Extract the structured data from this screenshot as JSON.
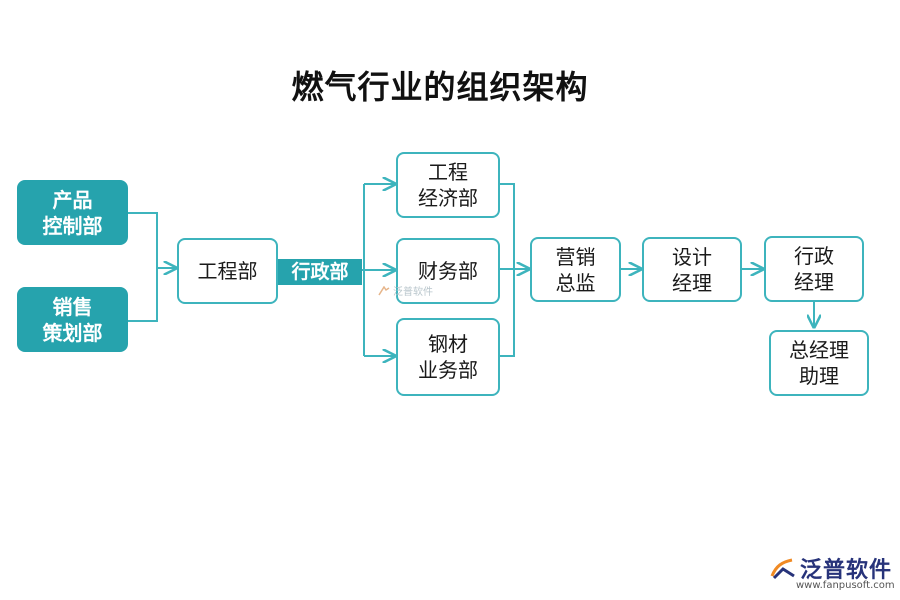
{
  "title": "燃气行业的组织架构",
  "nodes": {
    "product_control": "产品\n控制部",
    "sales_planning": "销售\n策划部",
    "engineering": "工程部",
    "administration_dept": "行政部",
    "engineering_economics": "工程\n经济部",
    "finance": "财务部",
    "steel_business": "钢材\n业务部",
    "marketing_director": "营销\n总监",
    "design_manager": "设计\n经理",
    "admin_manager": "行政\n经理",
    "gm_assistant": "总经理\n助理"
  },
  "watermark": {
    "center_text": "泛普软件",
    "logo_text": "泛普软件",
    "logo_url": "www.fanpusoft.com"
  },
  "colors": {
    "accent": "#26a3ad",
    "outline": "#3db4bd",
    "logo_blue": "#27337a",
    "logo_orange": "#f08a24"
  }
}
